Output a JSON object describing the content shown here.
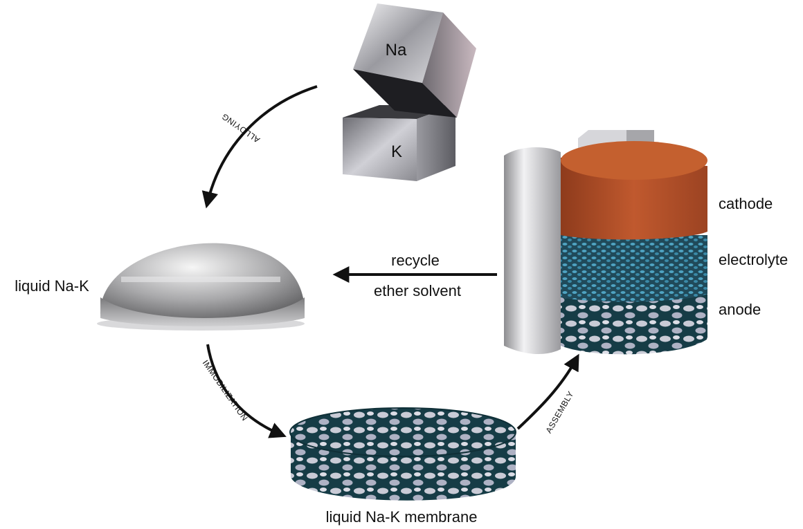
{
  "cubes": {
    "top": "Na",
    "bottom": "K"
  },
  "droplet_label": "liquid Na-K",
  "membrane_label": "liquid Na-K membrane",
  "cell_layers": {
    "top": "cathode",
    "middle": "electrolyte",
    "bottom": "anode"
  },
  "recycle_arrow": {
    "line1": "recycle",
    "line2": "ether solvent"
  },
  "process_steps": {
    "alloying": "ALLOYING",
    "immobilization": "IMMOBILIZATION",
    "assembly": "ASSEMBLY"
  },
  "colors": {
    "cathode": "#b5522a",
    "electrolyte": "#2f6f86",
    "anode": "#1f4a55",
    "metal": "#b8b8bc",
    "arrow": "#111111"
  }
}
